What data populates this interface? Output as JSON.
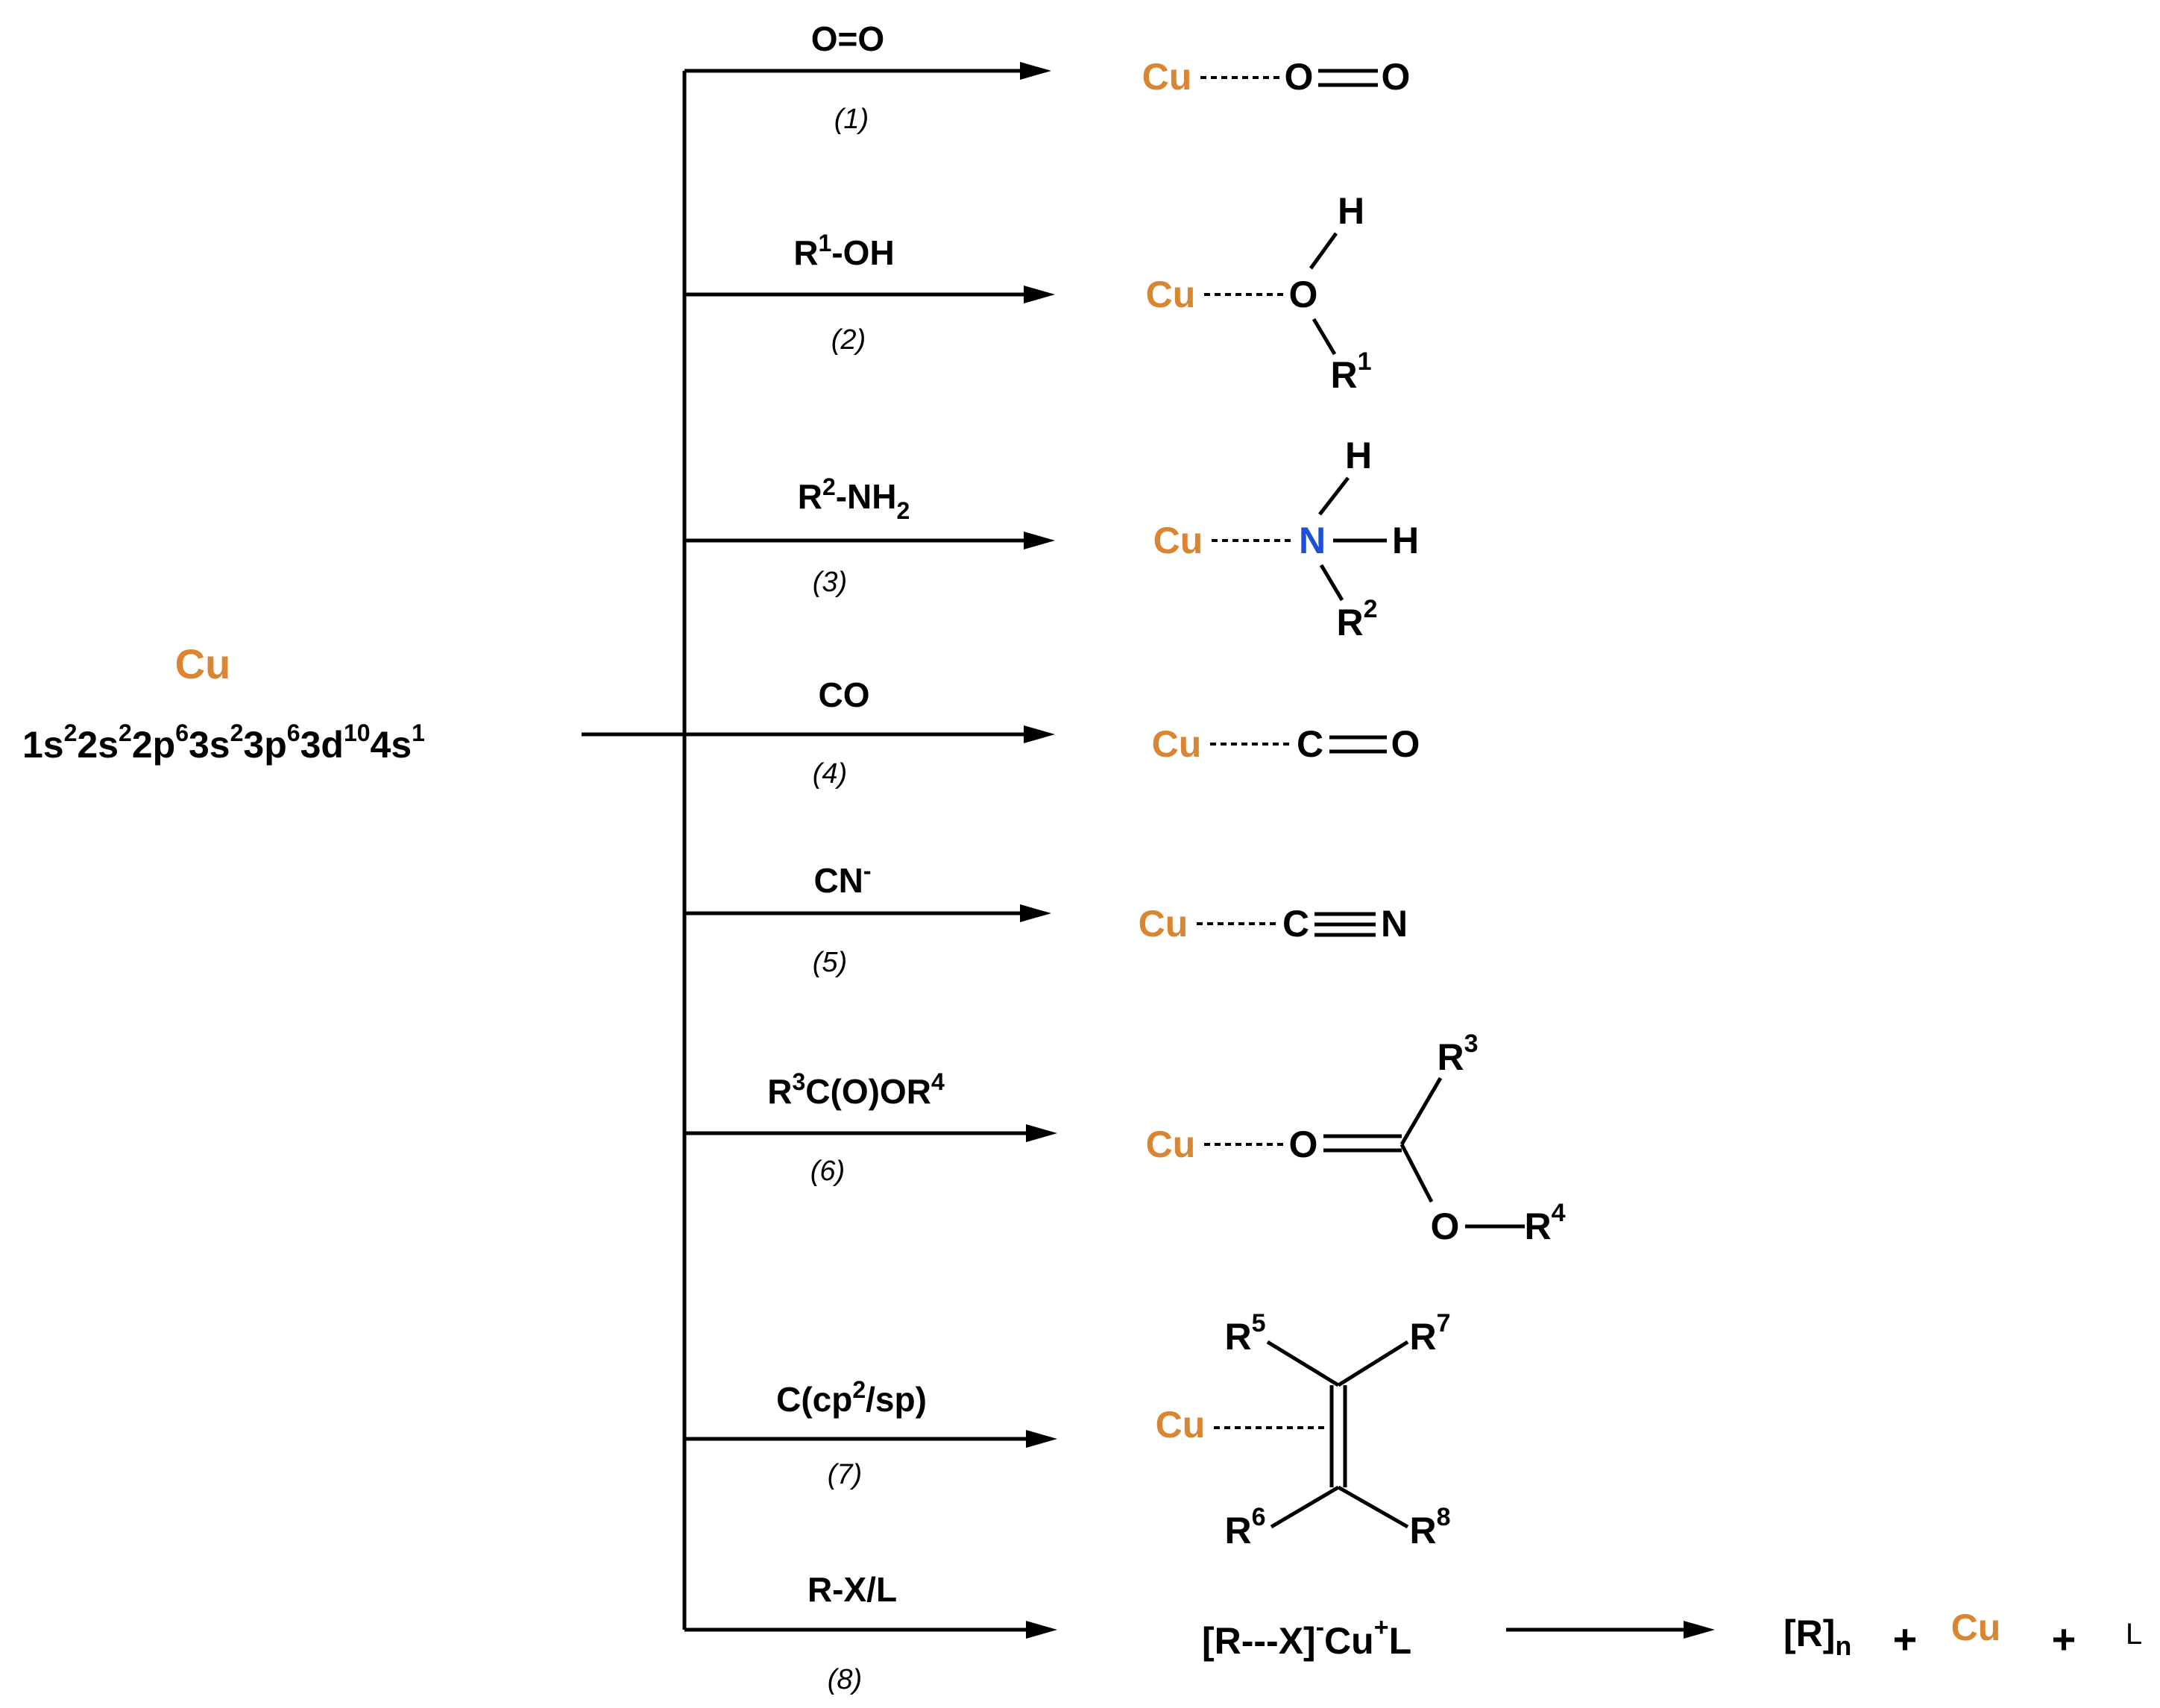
{
  "colors": {
    "copper": "#d98532",
    "nitrogen": "#1f4fd8",
    "ink": "#000000"
  },
  "start": {
    "element": "Cu",
    "configuration": "1s22s22p63s23p63d104s1"
  },
  "reactions": [
    {
      "reagent": "O=O",
      "label": "(1)"
    },
    {
      "reagent": "R1-OH",
      "label": "(2)"
    },
    {
      "reagent": "R2-NH2",
      "label": "(3)"
    },
    {
      "reagent": "CO",
      "label": "(4)"
    },
    {
      "reagent": "CN-",
      "label": "(5)"
    },
    {
      "reagent": "R3C(O)OR4",
      "label": "(6)"
    },
    {
      "reagent": "C(cp2/sp)",
      "label": "(7)"
    },
    {
      "reagent": "R-X/L",
      "label": "(8)"
    }
  ],
  "products": {
    "p1": {
      "metal": "Cu",
      "atom1": "O",
      "atom2": "O"
    },
    "p2": {
      "metal": "Cu",
      "o": "O",
      "h": "H",
      "r": "R1"
    },
    "p3": {
      "metal": "Cu",
      "n": "N",
      "h_top": "H",
      "h_right": "H",
      "r": "R2"
    },
    "p4": {
      "metal": "Cu",
      "c": "C",
      "o": "O"
    },
    "p5": {
      "metal": "Cu",
      "c": "C",
      "n": "N"
    },
    "p6": {
      "metal": "Cu",
      "o_carbonyl": "O",
      "o_ester": "O",
      "r3": "R3",
      "r4": "R4"
    },
    "p7": {
      "metal": "Cu",
      "r5": "R5",
      "r6": "R6",
      "r7": "R7",
      "r8": "R8"
    },
    "p8": {
      "complex": "[R---X]-Cu+L",
      "polymer": "[R]n",
      "plus1": "+",
      "metal": "Cu",
      "plus2": "+",
      "ligand": "L"
    }
  }
}
